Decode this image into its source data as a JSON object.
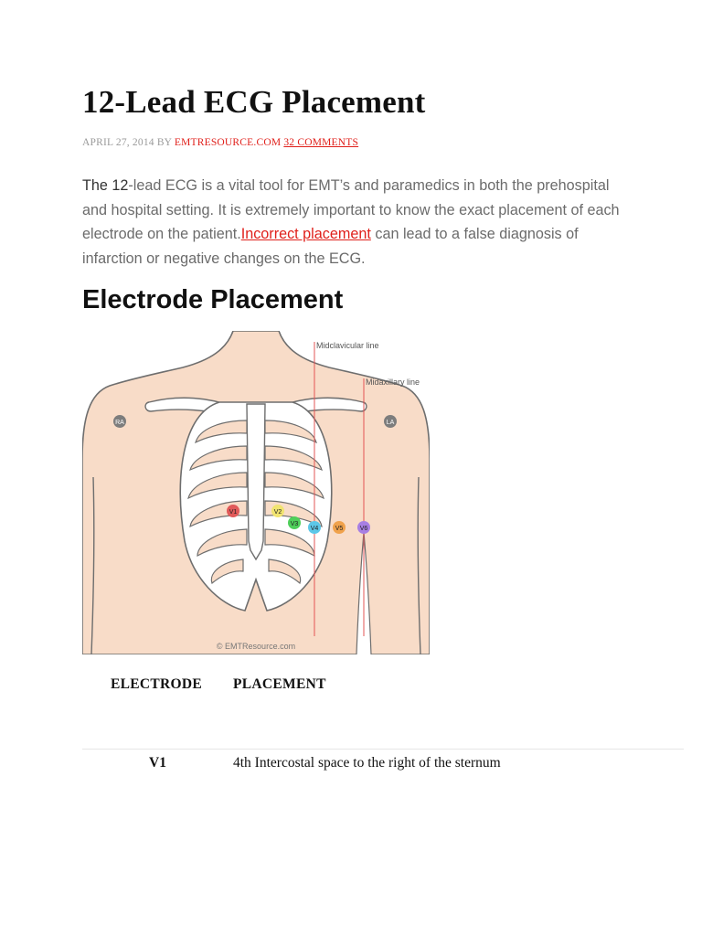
{
  "article": {
    "title": "12-Lead ECG Placement",
    "meta": {
      "date": "APRIL 27, 2014",
      "by": "BY",
      "author": "EMTRESOURCE.COM",
      "comments": "32 COMMENTS"
    },
    "intro": {
      "lead": "The 12",
      "part1": "-lead ECG is a vital tool for EMT’s and paramedics in both the prehospital and hospital setting. It is extremely important to know the exact placement of each electrode on the patient.",
      "link": "Incorrect placement",
      "part2": " can lead to a false diagnosis of infarction or negative changes on the ECG."
    },
    "section_heading": "Electrode Placement",
    "diagram": {
      "midclavicular_label": "Midclavicular line",
      "midaxillary_label": "Midaxillary line",
      "ra_label": "RA",
      "la_label": "LA",
      "electrodes": [
        "V1",
        "V2",
        "V3",
        "V4",
        "V5",
        "V6"
      ],
      "colors": {
        "skin": "#f8dcc8",
        "outline": "#6e6e6e",
        "guide_line": "#e35555",
        "limb_lead": "#7d7d7d",
        "v1": "#e15a5a",
        "v2": "#f1e470",
        "v3": "#4fcf5a",
        "v4": "#5cc7e8",
        "v5": "#f0a24c",
        "v6": "#a77fe3"
      },
      "credit": "© EMTResource.com"
    },
    "table": {
      "headers": [
        "ELECTRODE",
        "PLACEMENT"
      ],
      "rows": [
        {
          "electrode": "V1",
          "placement": "4th Intercostal space to the right of the sternum"
        }
      ]
    }
  }
}
